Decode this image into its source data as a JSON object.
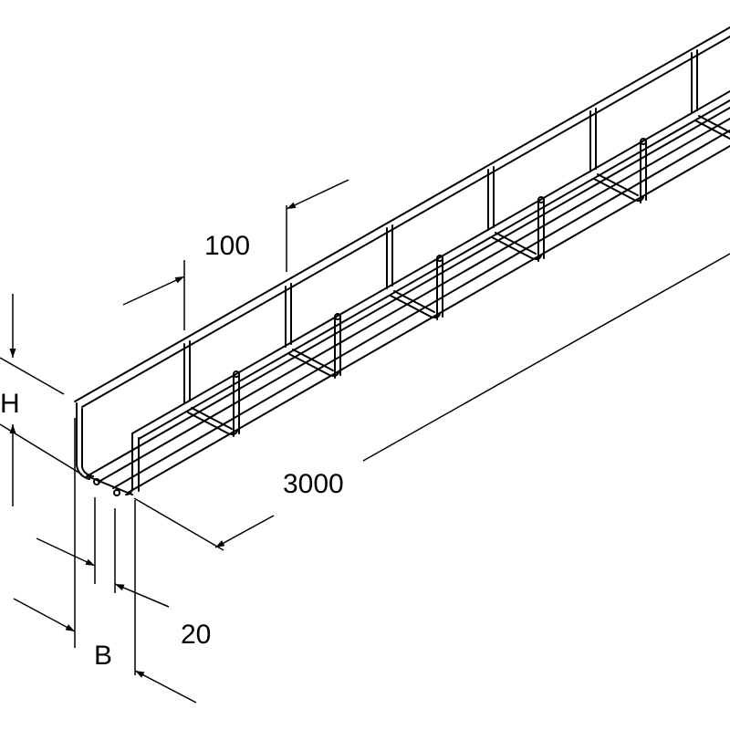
{
  "dimensions": {
    "mesh_pitch": "100",
    "length": "3000",
    "height": "H",
    "width": "B",
    "wire_offset": "20"
  },
  "colors": {
    "line": "#000000",
    "background": "#ffffff"
  }
}
